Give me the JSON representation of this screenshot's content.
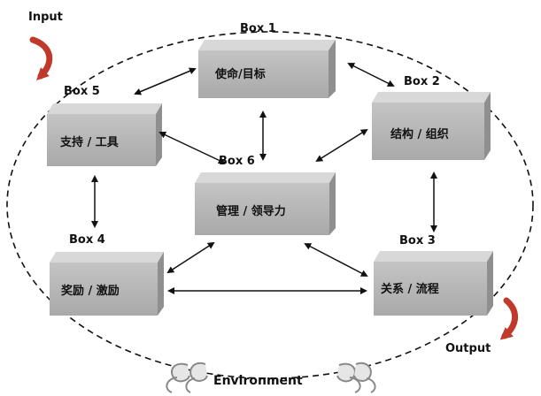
{
  "io": {
    "input_label": "Input",
    "output_label": "Output",
    "environment_label": "Environment"
  },
  "boxes": {
    "box1": {
      "title": "Box 1",
      "text": "使命/目标"
    },
    "box2": {
      "title": "Box 2",
      "text": "结构 / 组织"
    },
    "box3": {
      "title": "Box 3",
      "text": "关系 / 流程"
    },
    "box4": {
      "title": "Box 4",
      "text": "奖励 / 激励"
    },
    "box5": {
      "title": "Box 5",
      "text": "支持 / 工具"
    },
    "box6": {
      "title": "Box 6",
      "text": "管理 / 领导力"
    }
  },
  "colors": {
    "box_front": "#b8b8b8",
    "box_top": "#d6d6d6",
    "box_side": "#8f8f8f",
    "io_arrow": "#c0392b"
  }
}
